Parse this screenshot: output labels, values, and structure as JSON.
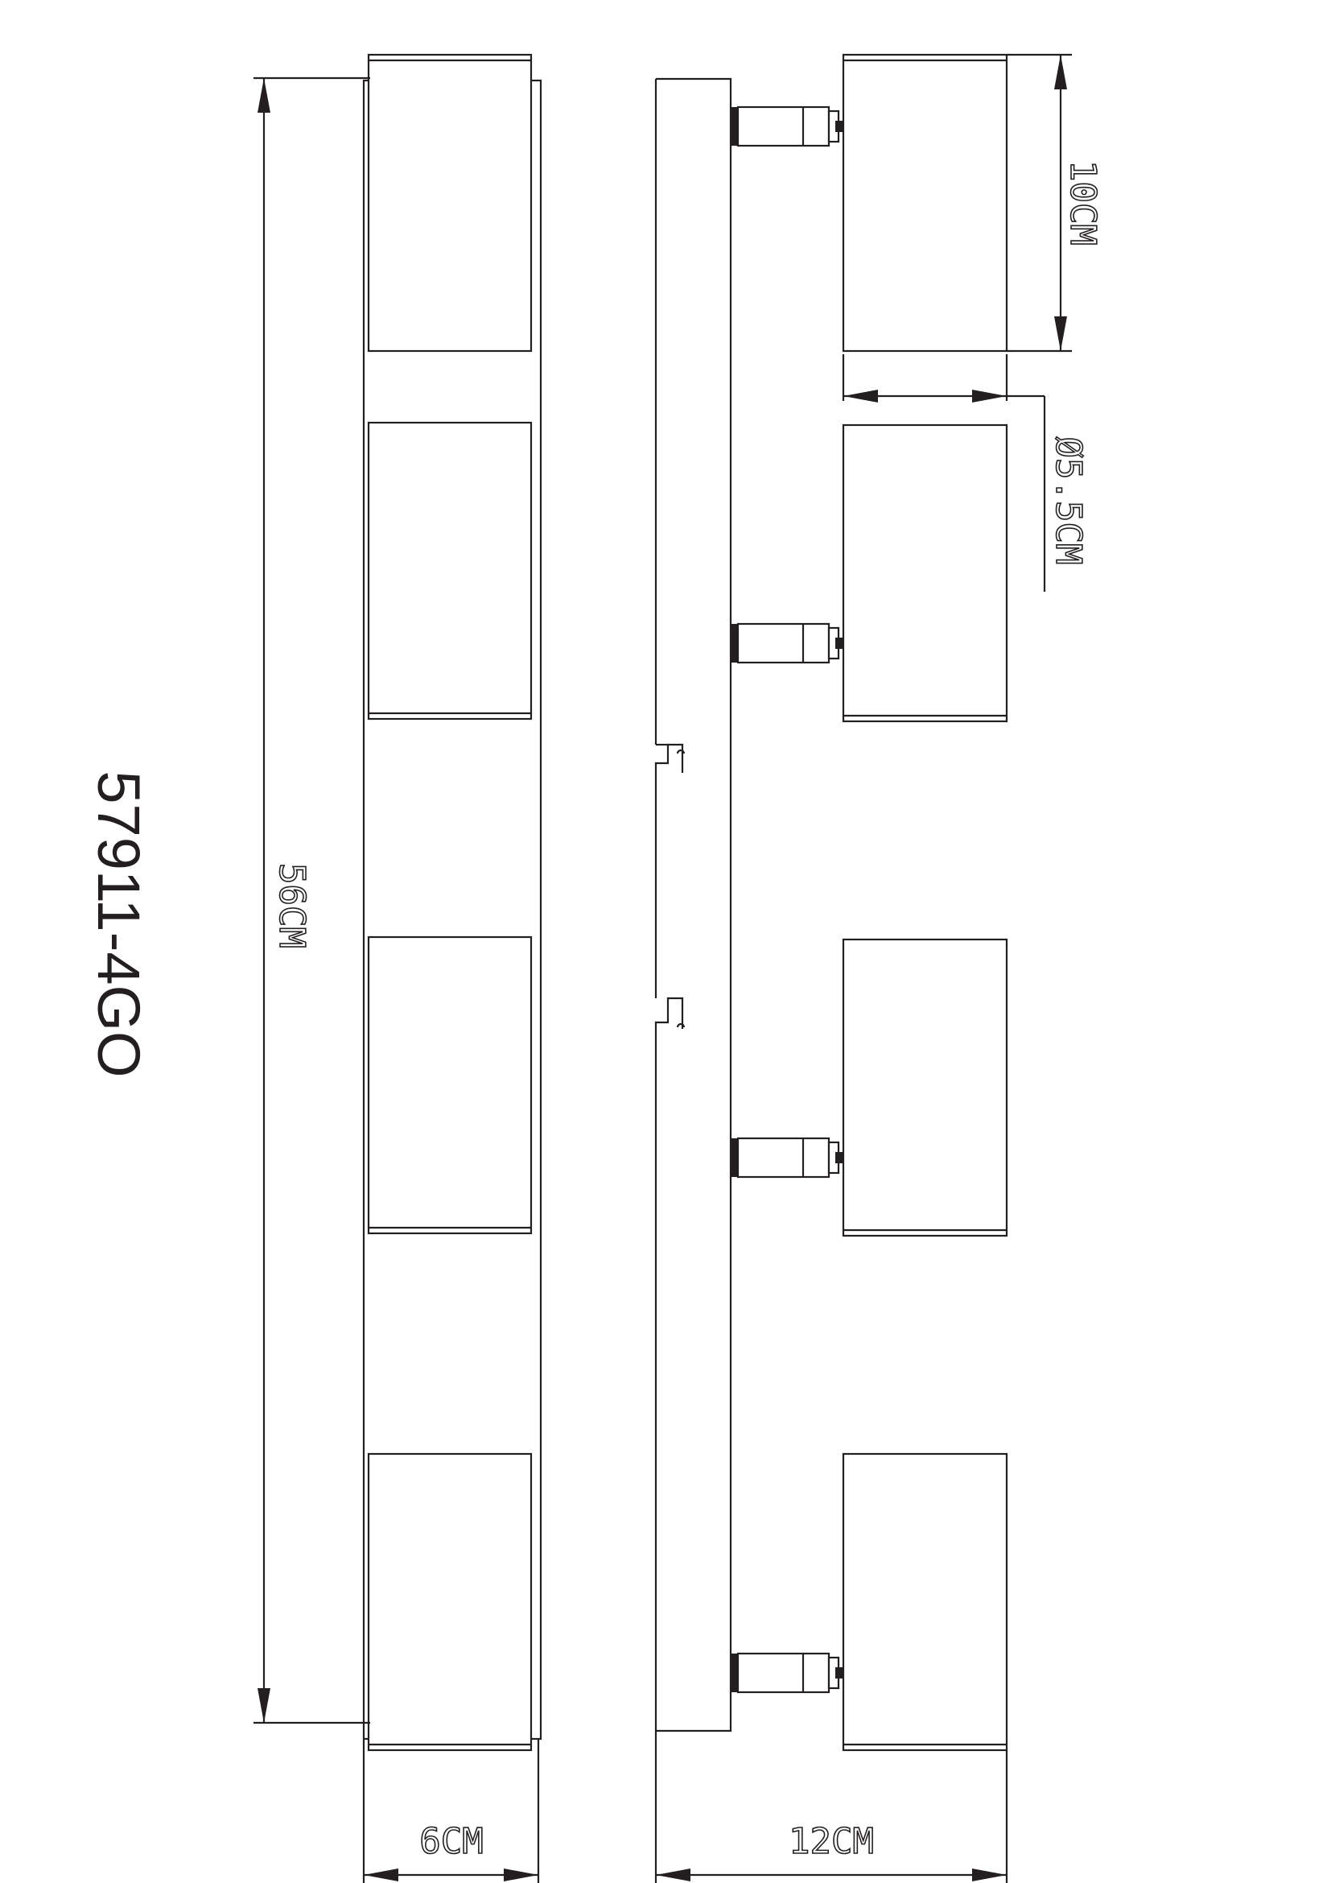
{
  "model": "57911-4GO",
  "dimensions": {
    "length": "56CM",
    "width_front": "6CM",
    "depth_side": "12CM",
    "head_height": "10CM",
    "head_diameter": "Ø5.5CM"
  },
  "colors": {
    "line": "#231f20",
    "background": "#ffffff"
  }
}
